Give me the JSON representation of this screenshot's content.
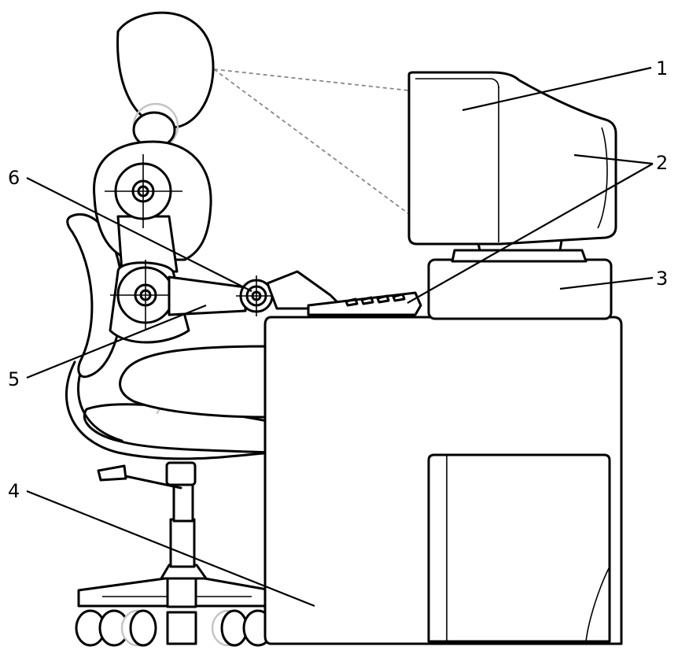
{
  "labels": {
    "monitor": "1",
    "eye_level": "2",
    "monitor_stand": "3",
    "feet_floor": "4",
    "arm_angle": "5",
    "wrist": "6"
  }
}
